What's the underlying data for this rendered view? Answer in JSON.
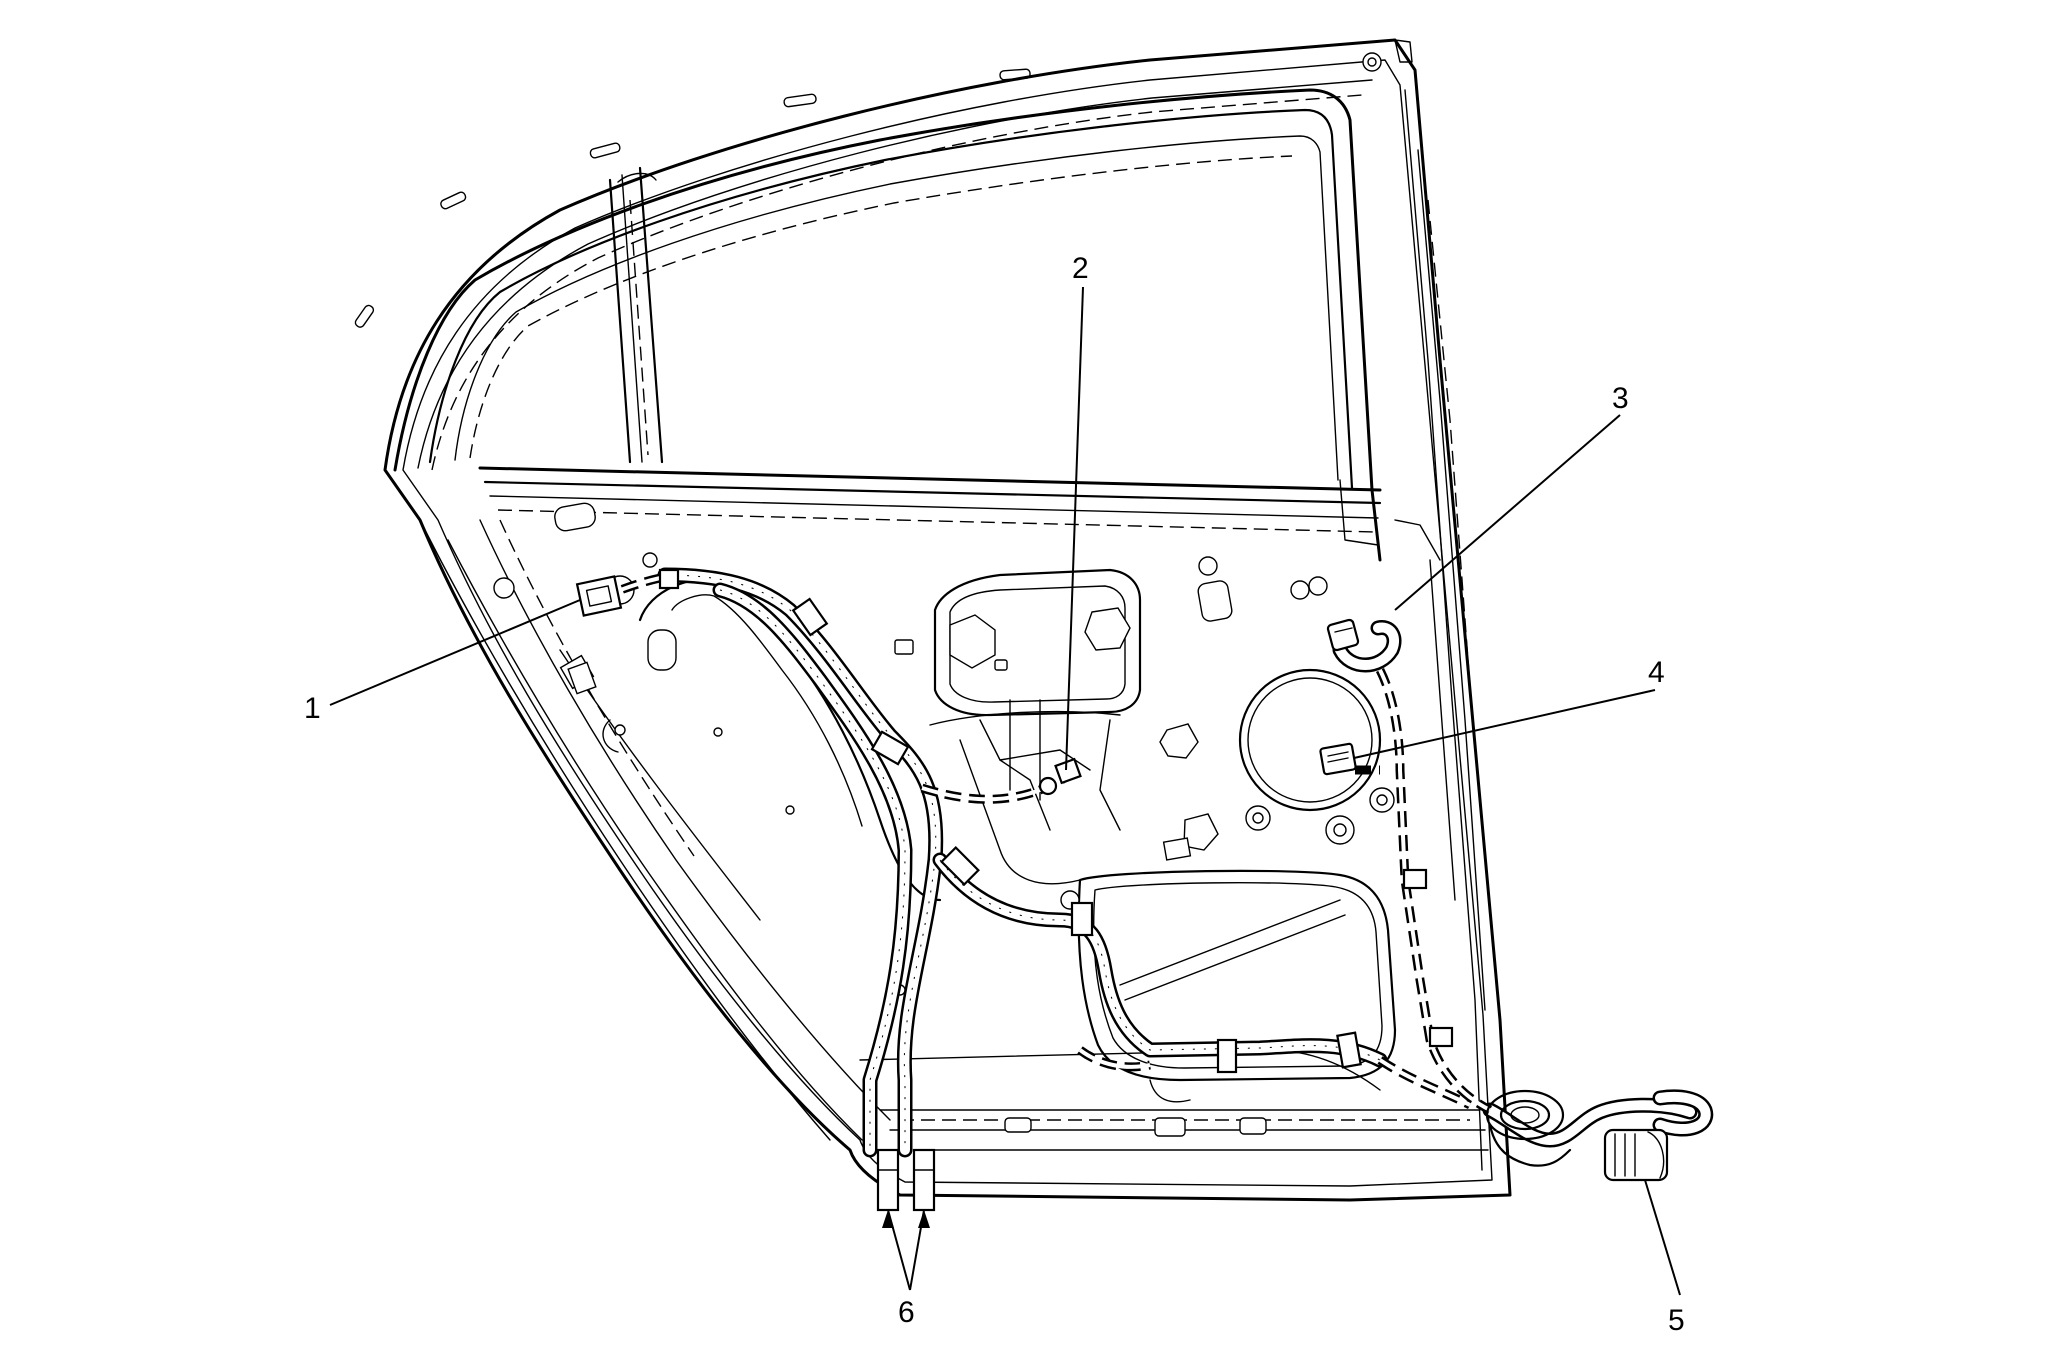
{
  "callouts": [
    {
      "id": "1",
      "label": "1"
    },
    {
      "id": "2",
      "label": "2"
    },
    {
      "id": "3",
      "label": "3"
    },
    {
      "id": "4",
      "label": "4"
    },
    {
      "id": "5",
      "label": "5"
    },
    {
      "id": "6",
      "label": "6"
    }
  ],
  "colors": {
    "line": "#000000",
    "background": "#ffffff"
  },
  "icons": [
    "door-frame-outline",
    "window-frame",
    "wiring-harness",
    "harness-connector",
    "body-grommet",
    "speaker-opening"
  ]
}
